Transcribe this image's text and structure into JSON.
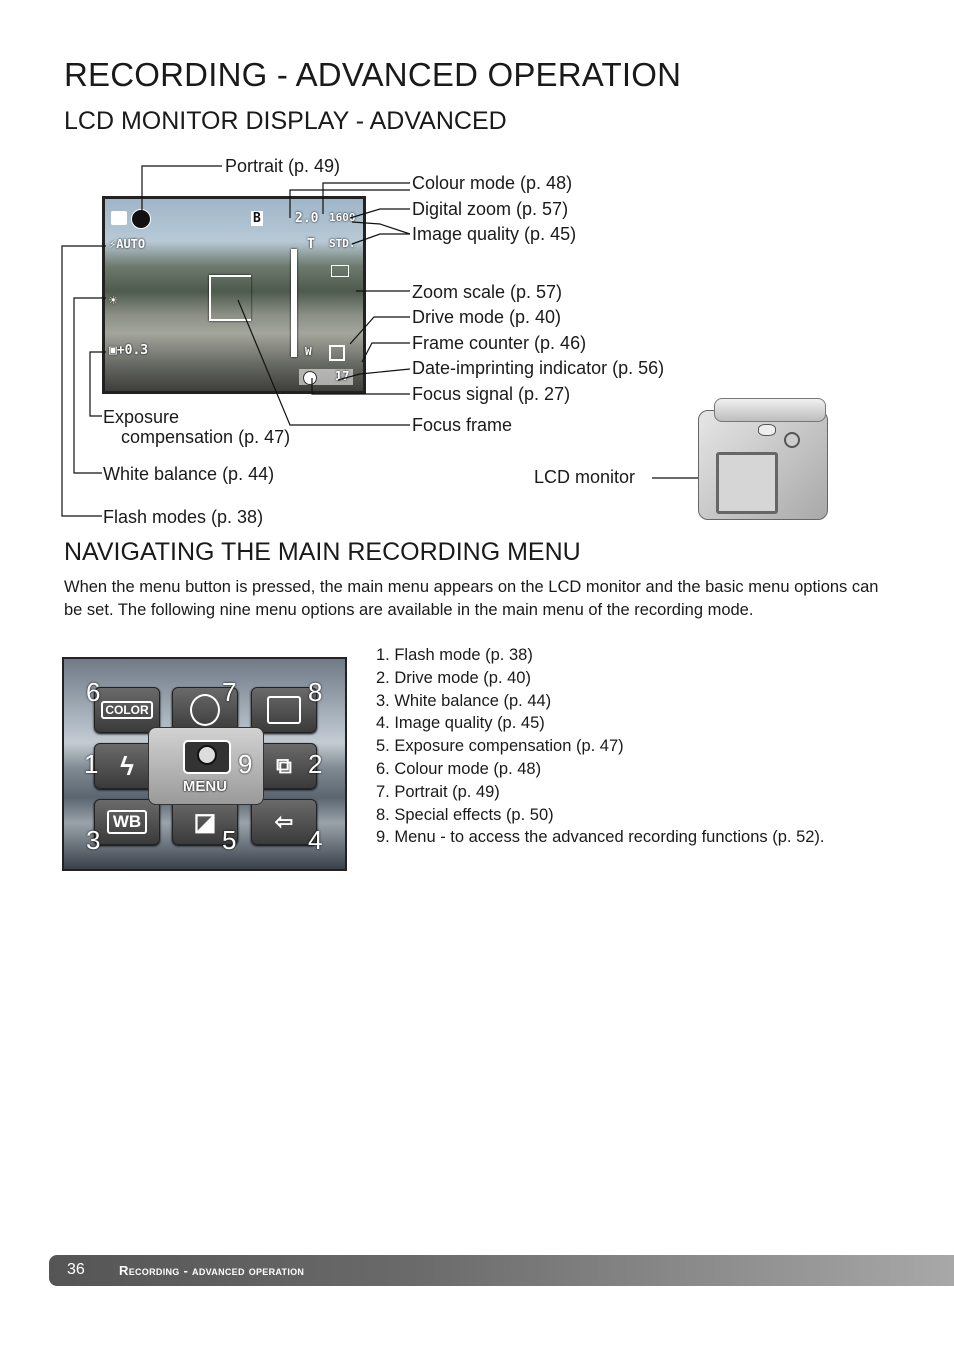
{
  "page": {
    "title": "RECORDING - ADVANCED OPERATION",
    "section1": "LCD MONITOR DISPLAY - ADVANCED",
    "section2": "NAVIGATING THE MAIN RECORDING MENU"
  },
  "lcd_display": {
    "osd": {
      "flash": "AUTO",
      "bw": "B",
      "zoom": "2.0",
      "size": "1600",
      "tele": "T",
      "quality": "STD.",
      "wide": "W",
      "exposure": "+0.3",
      "counter": "17"
    },
    "callouts": {
      "portrait": "Portrait (p. 49)",
      "colour_mode": "Colour mode (p. 48)",
      "digital_zoom": "Digital zoom (p. 57)",
      "image_quality": "Image quality (p. 45)",
      "zoom_scale": "Zoom scale (p. 57)",
      "drive_mode": "Drive mode (p. 40)",
      "frame_counter": "Frame counter (p. 46)",
      "date_imprint": "Date-imprinting indicator (p. 56)",
      "focus_signal": "Focus signal (p. 27)",
      "focus_frame": "Focus frame",
      "exposure_line1": "Exposure",
      "exposure_line2": "compensation (p. 47)",
      "white_balance": "White balance (p. 44)",
      "flash_modes": "Flash modes (p. 38)",
      "lcd_monitor": "LCD monitor"
    }
  },
  "menu_section": {
    "paragraph": "When the menu button is pressed, the main menu appears on the LCD monitor and the basic menu options can be set. The following nine menu options are available in the main menu of the recording mode.",
    "items": [
      "1. Flash mode (p. 38)",
      "2. Drive mode (p. 40)",
      "3. White balance (p. 44)",
      "4. Image quality (p. 45)",
      "5. Exposure compensation (p. 47)",
      "6. Colour mode (p. 48)",
      "7. Portrait (p. 49)",
      "8. Special effects (p. 50)",
      "9. Menu - to access the advanced recording functions (p. 52)."
    ],
    "screen": {
      "numbers": [
        "6",
        "7",
        "8",
        "1",
        "9",
        "2",
        "3",
        "5",
        "4"
      ],
      "color_label": "COLOR",
      "wb_label": "WB",
      "menu_label": "MENU"
    }
  },
  "footer": {
    "page_number": "36",
    "section": "Recording - advanced operation"
  }
}
